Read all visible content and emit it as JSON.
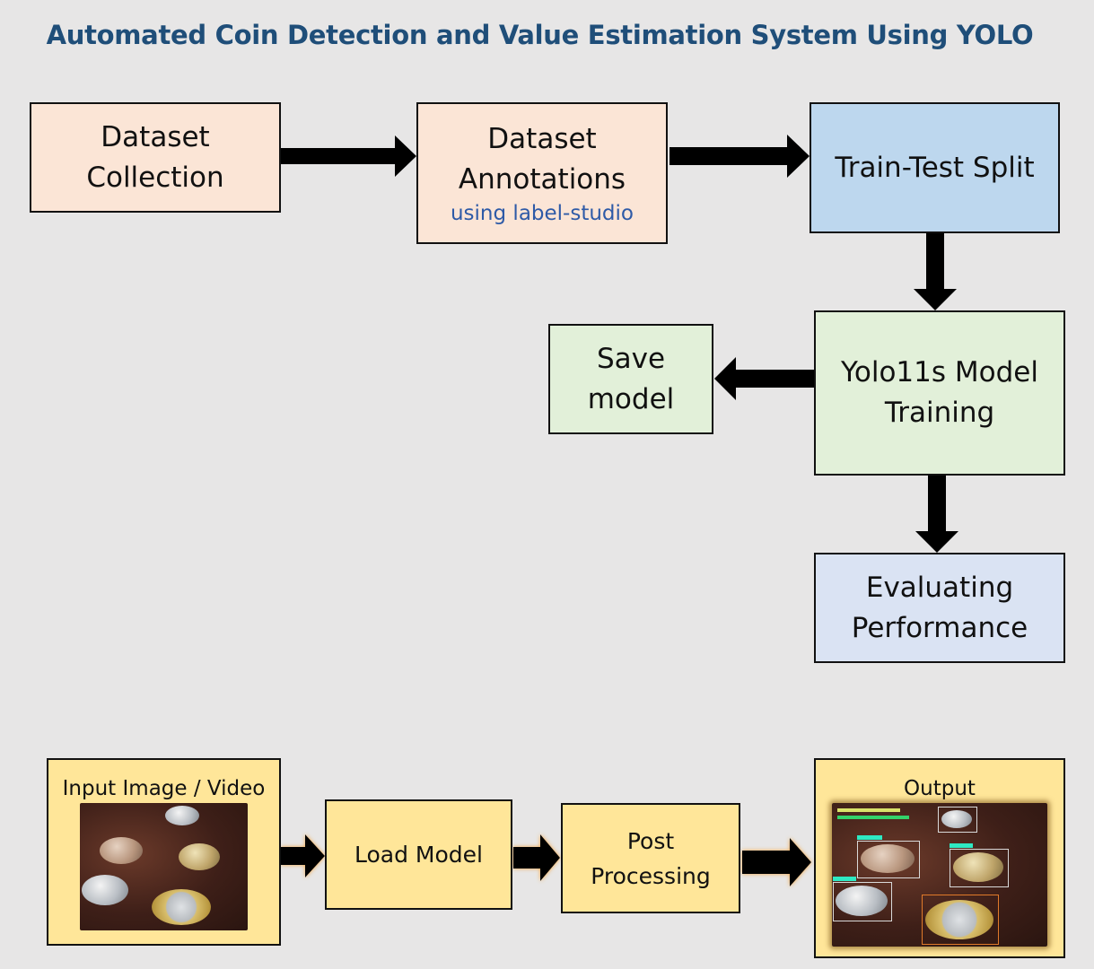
{
  "title": "Automated Coin Detection and Value Estimation System Using YOLO",
  "training_pipeline": {
    "dataset_collection": {
      "line1": "Dataset",
      "line2": "Collection"
    },
    "dataset_annotations": {
      "line1": "Dataset",
      "line2": "Annotations",
      "note": "using label-studio"
    },
    "train_test_split": {
      "label": "Train-Test Split"
    },
    "model_training": {
      "line1": "Yolo11s Model",
      "line2": "Training"
    },
    "save_model": {
      "line1": "Save",
      "line2": "model"
    },
    "evaluation": {
      "line1": "Evaluating",
      "line2": "Performance"
    }
  },
  "inference_pipeline": {
    "input": {
      "label": "Input Image / Video"
    },
    "load_model": {
      "label": "Load Model"
    },
    "post_processing": {
      "line1": "Post",
      "line2": "Processing"
    },
    "output": {
      "label": "Output"
    }
  },
  "colors": {
    "title": "#1f4e79",
    "collection_fill": "#fbe5d6",
    "split_fill": "#bdd7ee",
    "training_fill": "#e2f0d9",
    "evaluation_fill": "#dae3f3",
    "inference_fill": "#ffe699",
    "background": "#e7e6e6"
  }
}
